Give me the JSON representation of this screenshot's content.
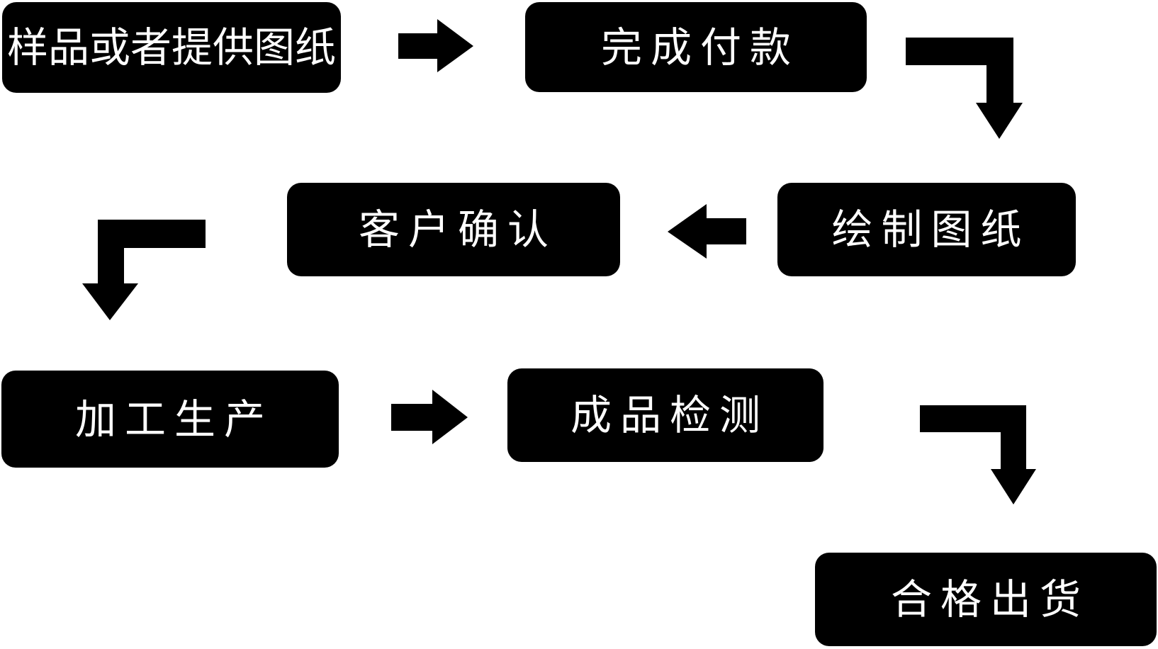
{
  "flowchart": {
    "colors": {
      "background": "#ffffff",
      "node_fill": "#000000",
      "node_text": "#ffffff",
      "arrow": "#000000"
    },
    "nodes": [
      {
        "id": "sample-or-drawings",
        "label": "样品或者提供图纸"
      },
      {
        "id": "complete-payment",
        "label": "完成付款"
      },
      {
        "id": "draw-drawings",
        "label": "绘制图纸"
      },
      {
        "id": "customer-confirmation",
        "label": "客户确认"
      },
      {
        "id": "processing-production",
        "label": "加工生产"
      },
      {
        "id": "finished-product-inspection",
        "label": "成品检测"
      },
      {
        "id": "qualified-shipment",
        "label": "合格出货"
      }
    ],
    "edges": [
      {
        "from": "样品或者提供图纸",
        "to": "完成付款",
        "shape": "straight-right"
      },
      {
        "from": "完成付款",
        "to": "绘制图纸",
        "shape": "elbow-down-right"
      },
      {
        "from": "绘制图纸",
        "to": "客户确认",
        "shape": "straight-left"
      },
      {
        "from": "客户确认",
        "to": "加工生产",
        "shape": "elbow-down-left"
      },
      {
        "from": "加工生产",
        "to": "成品检测",
        "shape": "straight-right"
      },
      {
        "from": "成品检测",
        "to": "合格出货",
        "shape": "elbow-down-right"
      }
    ]
  }
}
